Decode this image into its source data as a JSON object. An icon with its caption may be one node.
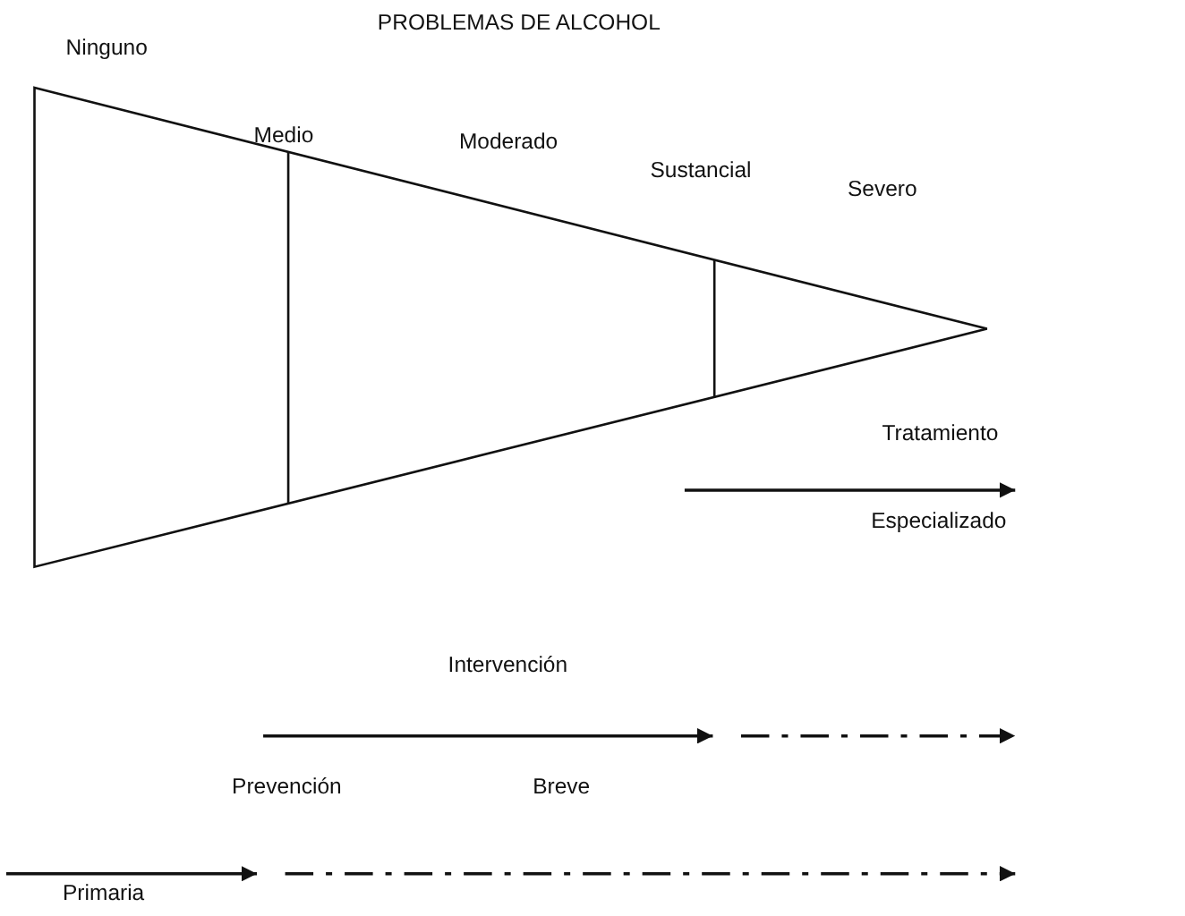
{
  "diagram": {
    "title": "PROBLEMAS DE ALCOHOL",
    "labels": [
      "Ninguno",
      "Medio",
      "Moderado",
      "Sustancial",
      "Severo",
      "Tratamiento",
      "Especializado",
      "Intervención",
      "Breve",
      "Prevención",
      "Primaria"
    ]
  }
}
